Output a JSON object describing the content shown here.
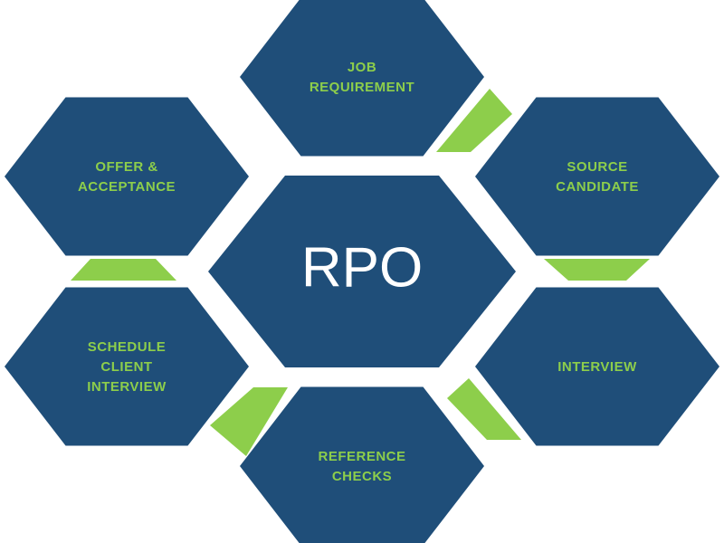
{
  "colors": {
    "hex_fill": "#1f4e79",
    "accent": "#8dce4b",
    "label_color": "#8dce4b",
    "center_text": "#ffffff",
    "background": "#ffffff"
  },
  "center": {
    "label": "RPO"
  },
  "steps": [
    {
      "id": "job-requirement",
      "lines": [
        "JOB",
        "REQUIREMENT"
      ]
    },
    {
      "id": "source-candidate",
      "lines": [
        "SOURCE",
        "CANDIDATE"
      ]
    },
    {
      "id": "interview",
      "lines": [
        "INTERVIEW"
      ]
    },
    {
      "id": "reference-checks",
      "lines": [
        "REFERENCE",
        "CHECKS"
      ]
    },
    {
      "id": "schedule-client-interview",
      "lines": [
        "SCHEDULE",
        "CLIENT",
        "INTERVIEW"
      ]
    },
    {
      "id": "offer-acceptance",
      "lines": [
        "OFFER &",
        "ACCEPTANCE"
      ]
    }
  ]
}
